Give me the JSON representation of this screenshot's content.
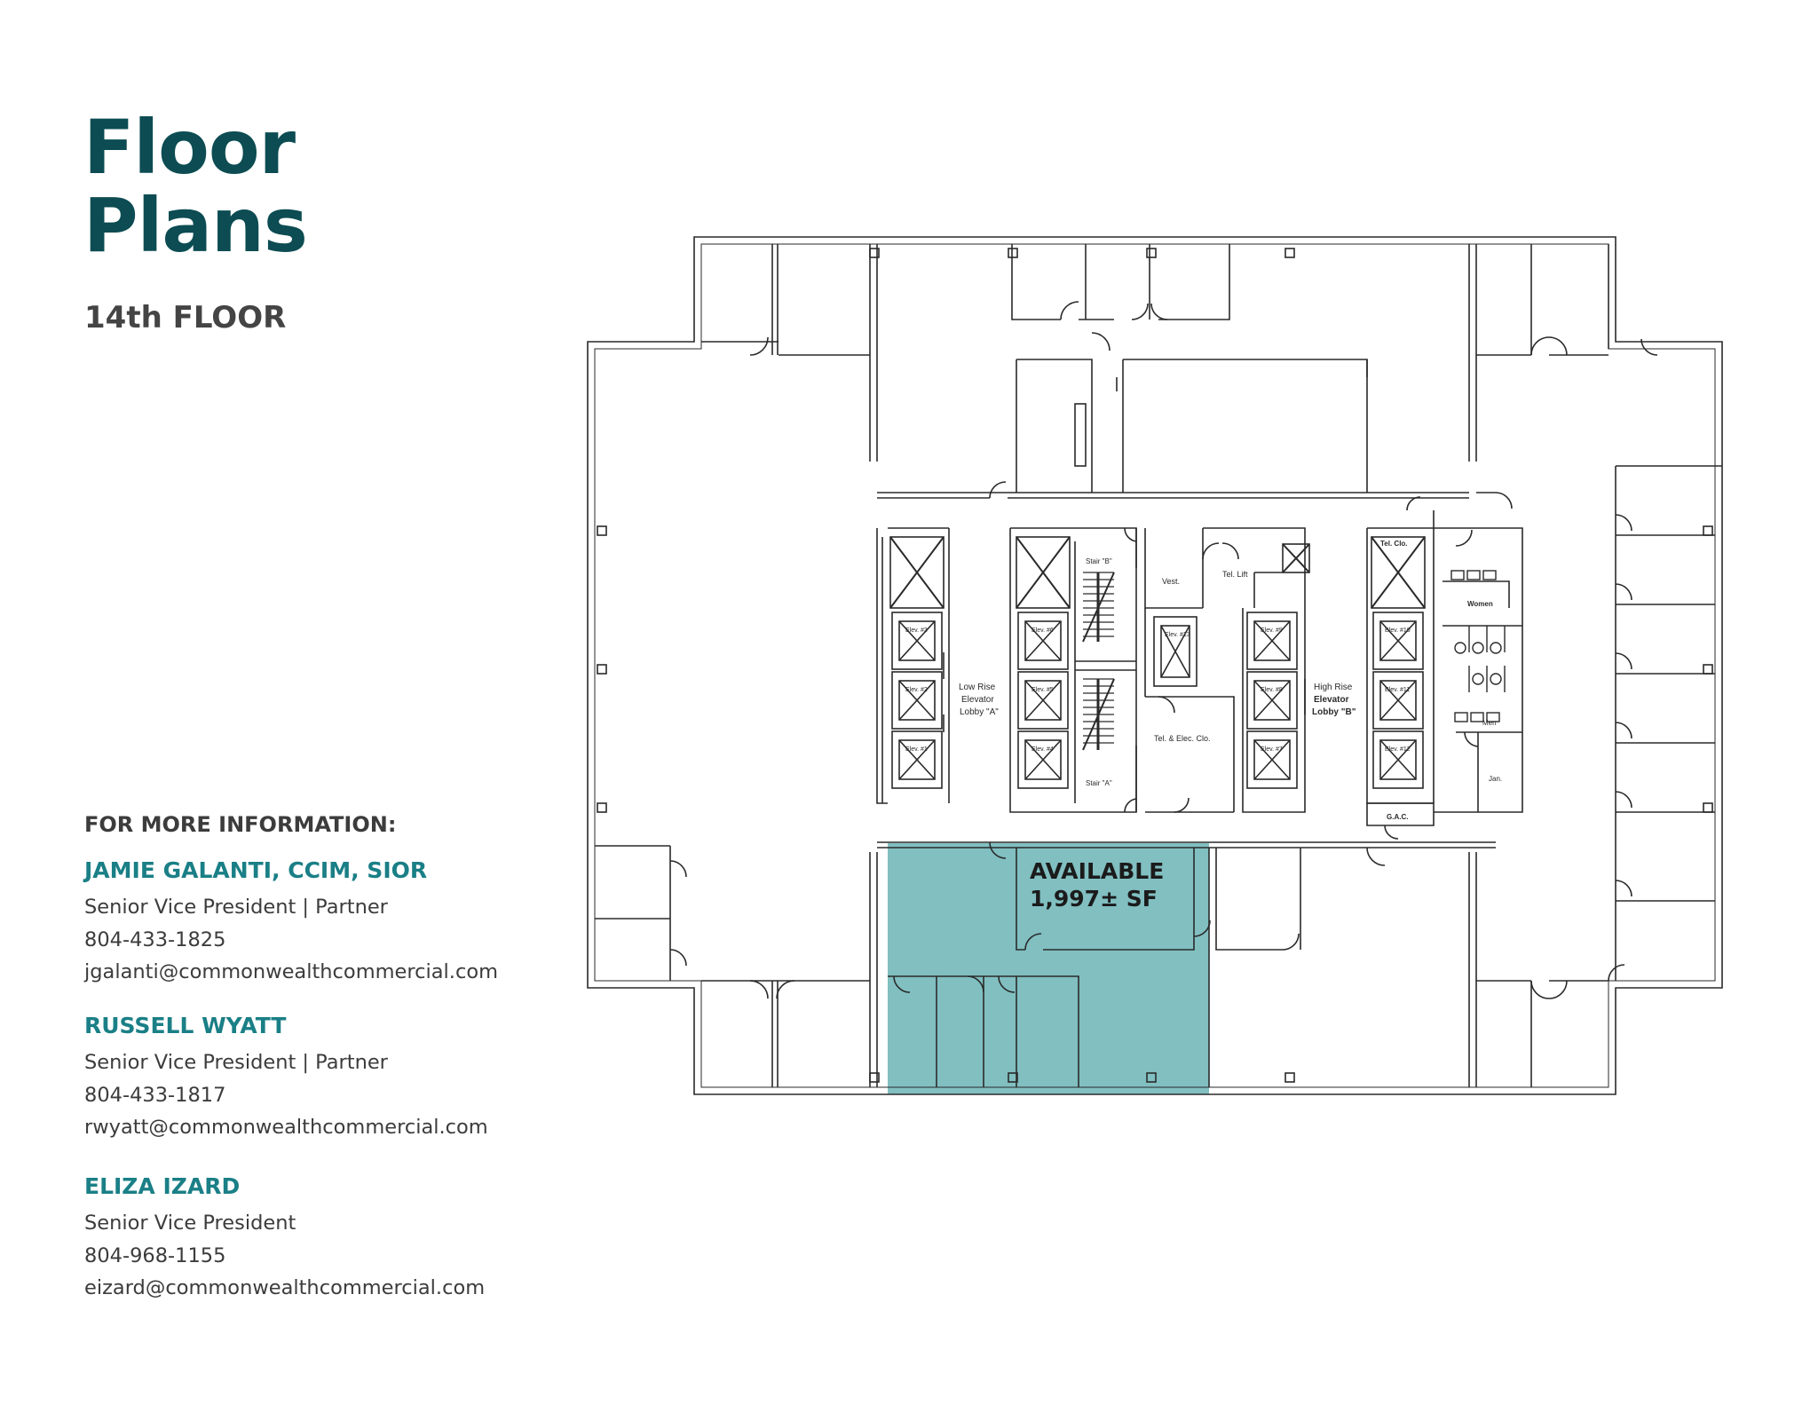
{
  "page": {
    "title_line1": "Floor",
    "title_line2": "Plans",
    "subtitle": "14th FLOOR"
  },
  "info": {
    "heading": "FOR MORE INFORMATION:",
    "contacts": [
      {
        "name": "JAMIE GALANTI, CCIM, SIOR",
        "role": "Senior Vice President | Partner",
        "phone": "804-433-1825",
        "email": "jgalanti@commonwealthcommercial.com"
      },
      {
        "name": "RUSSELL WYATT",
        "role": "Senior Vice President | Partner",
        "phone": "804-433-1817",
        "email": "rwyatt@commonwealthcommercial.com"
      },
      {
        "name": "ELIZA IZARD",
        "role": "Senior Vice President",
        "phone": "804-968-1155",
        "email": "eizard@commonwealthcommercial.com"
      }
    ]
  },
  "plan": {
    "available_label": "AVAILABLE",
    "available_area": "1,997± SF",
    "highlight_color": "#81bfc1",
    "labels": {
      "low_rise_1": "Low Rise",
      "low_rise_2": "Elevator",
      "low_rise_3": "Lobby \"A\"",
      "high_rise_1": "High Rise",
      "high_rise_2": "Elevator",
      "high_rise_3": "Lobby \"B\"",
      "stair_b": "Stair \"B\"",
      "stair_a": "Stair \"A\"",
      "vest": "Vest.",
      "tel_lift": "Tel. Lift",
      "tel_elec": "Tel. & Elec. Clo.",
      "tel_clo": "Tel. Clo.",
      "women": "Women",
      "men": "Men",
      "jan": "Jan.",
      "gac": "G.A.C.",
      "elev_1": "Elev. #1",
      "elev_2": "Elev. #2",
      "elev_3": "Elev. #3",
      "elev_4": "Elev. #4",
      "elev_5": "Elev. #5",
      "elev_6": "Elev. #6",
      "elev_7": "Elev. #7",
      "elev_8": "Elev. #8",
      "elev_9": "Elev. #9",
      "elev_10": "Elev. #10",
      "elev_11": "Elev. #11",
      "elev_12": "Elev. #12",
      "elev_13": "Elev. #13"
    }
  }
}
